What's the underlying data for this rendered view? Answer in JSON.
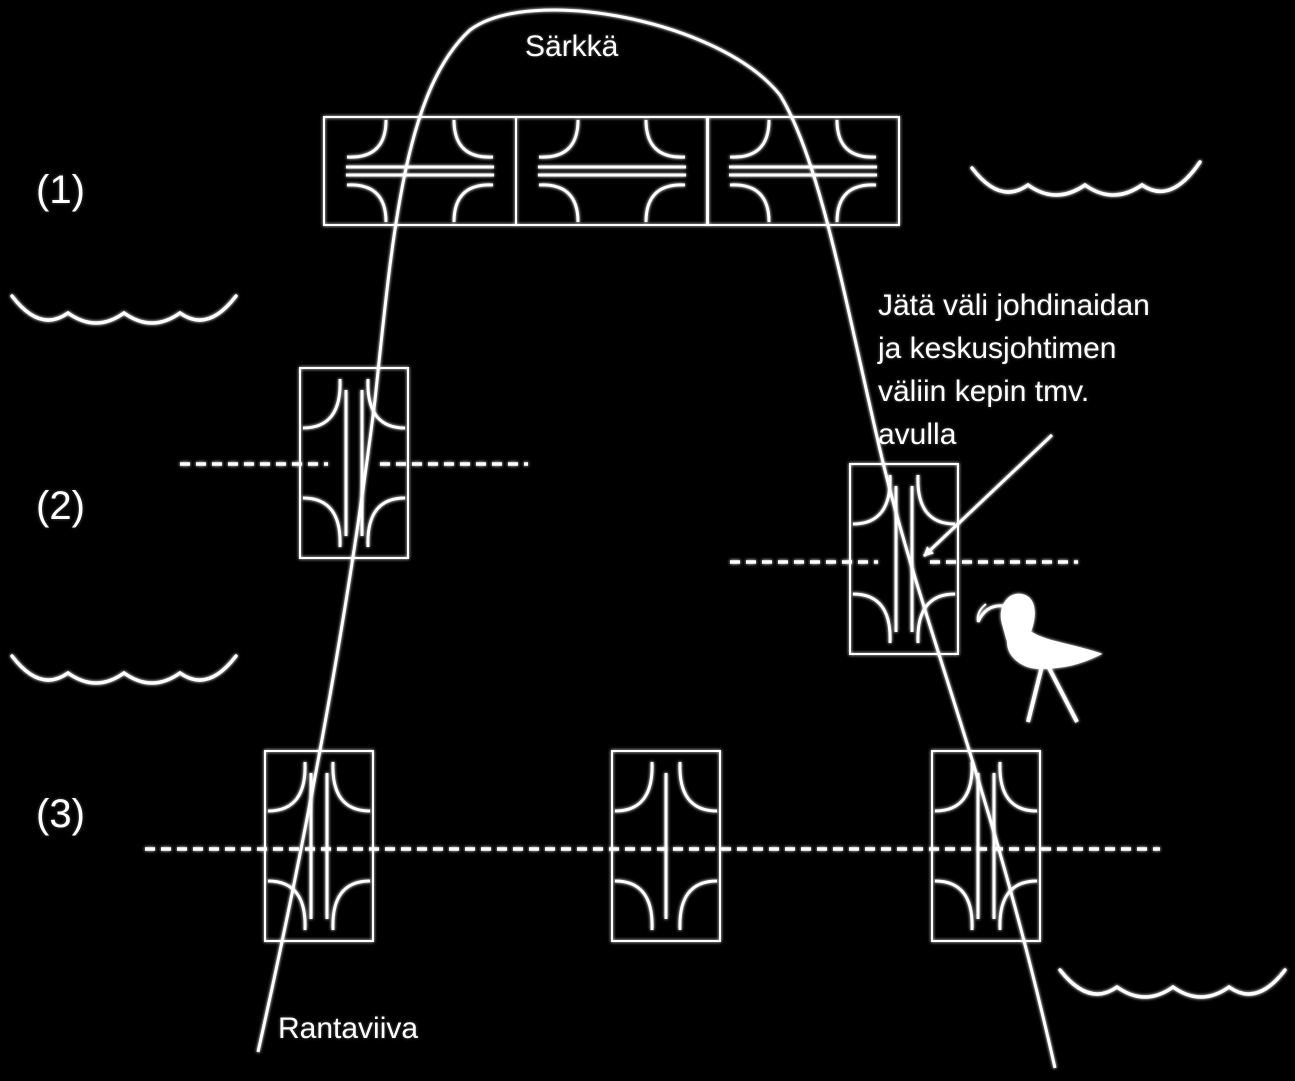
{
  "colors": {
    "background": "#000000",
    "foreground": "#ffffff"
  },
  "labels": {
    "spit": "Särkkä",
    "shoreline": "Rantaviiva",
    "note": [
      "Jätä väli johdinaidan",
      "ja keskusjohtimen",
      "väliin kepin tmv.",
      "avulla"
    ]
  },
  "rows": [
    {
      "label": "(1)",
      "trap_count": 3,
      "orientation": "horizontal"
    },
    {
      "label": "(2)",
      "trap_count": 2,
      "orientation": "vertical"
    },
    {
      "label": "(3)",
      "trap_count": 3,
      "orientation": "vertical"
    }
  ],
  "icons": {
    "water": "wave-icon",
    "bird": "avocet-bird-icon",
    "trap": "fyke-trap-icon",
    "pointer": "arrow-icon"
  }
}
